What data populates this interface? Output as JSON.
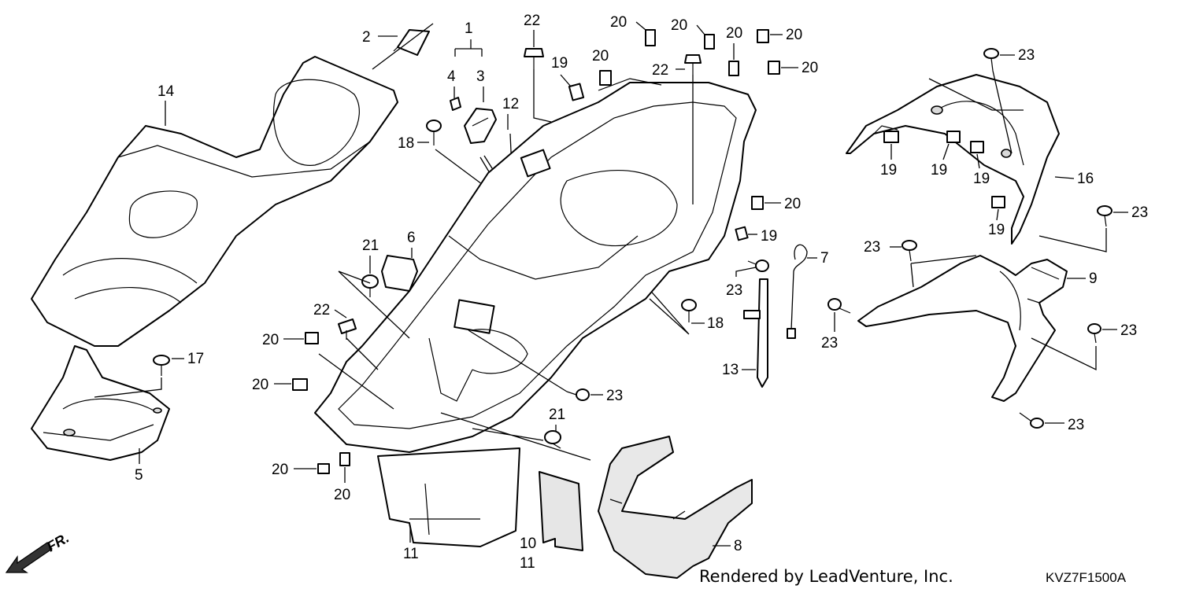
{
  "labels": {
    "p1": "1",
    "p2": "2",
    "p3": "3",
    "p4": "4",
    "p5": "5",
    "p6": "6",
    "p7": "7",
    "p8": "8",
    "p9": "9",
    "p10": "10",
    "p11": "11",
    "p12": "12",
    "p13": "13",
    "p14": "14",
    "p16": "16",
    "p17": "17",
    "p18": "18",
    "p19": "19",
    "p20": "20",
    "p21": "21",
    "p22": "22",
    "p23": "23"
  },
  "direction": {
    "text": "FR."
  },
  "footer": {
    "credit": "Rendered by LeadVenture, Inc.",
    "diagram_code": "KVZ7F1500A"
  }
}
